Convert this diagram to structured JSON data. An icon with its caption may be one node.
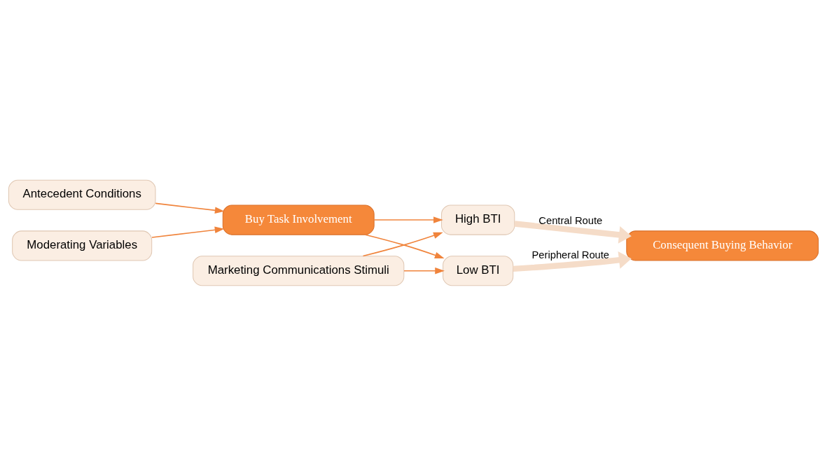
{
  "diagram": {
    "nodes": [
      {
        "text": [
          "Antecedent Conditions"
        ]
      },
      {
        "text": [
          "Moderating Variables"
        ]
      },
      {
        "text": [
          "Buy Task Involvement"
        ]
      },
      {
        "text": [
          "Marketing Communications Stimuli"
        ]
      },
      {
        "text": [
          "High BTI"
        ]
      },
      {
        "text": [
          "Low BTI"
        ]
      },
      {
        "text": [
          "Consequent Buying Behavior"
        ]
      }
    ],
    "edges": [
      {
        "from": 0,
        "to": 2,
        "arrow": "to"
      },
      {
        "from": 1,
        "to": 2,
        "arrow": "to"
      },
      {
        "from": 2,
        "to": 4,
        "arrow": "to"
      },
      {
        "from": 2,
        "to": 5,
        "arrow": "to"
      },
      {
        "from": 3,
        "to": 4,
        "arrow": "to"
      },
      {
        "from": 3,
        "to": 5,
        "arrow": "to"
      },
      {
        "from": 4,
        "to": 6,
        "arrow": "to",
        "label": "Central Route",
        "style": "thick",
        "color": "#f5dcc8"
      },
      {
        "from": 5,
        "to": 6,
        "arrow": "to",
        "label": "Peripheral Route",
        "style": "thick",
        "color": "#f5dcc8"
      }
    ]
  }
}
